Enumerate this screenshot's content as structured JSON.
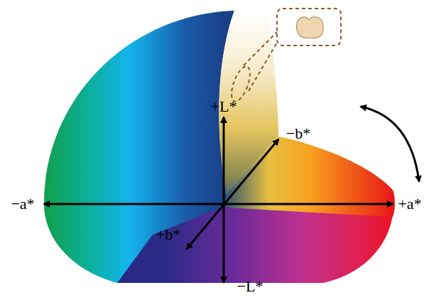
{
  "diagram": {
    "labels": [
      "+L*",
      "−b*",
      "−a*",
      "+a*",
      "+b*",
      "−L*"
    ]
  }
}
